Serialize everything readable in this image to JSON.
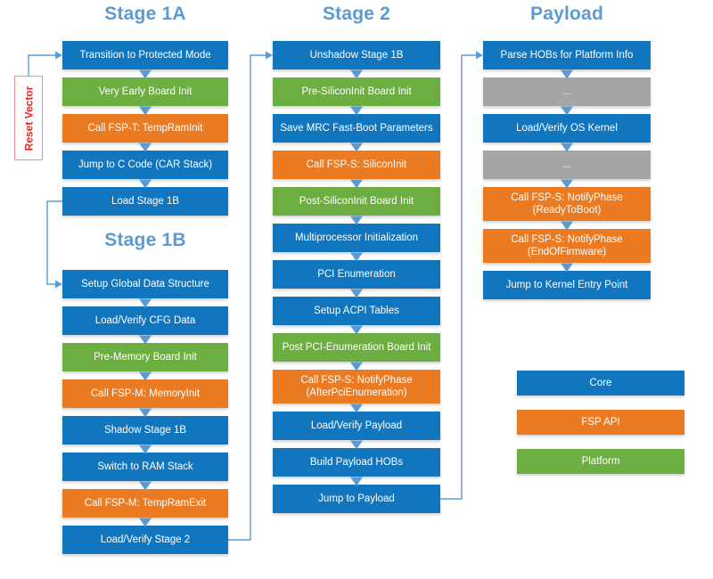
{
  "diagram": {
    "title_color": "#5B9BD5",
    "colors": {
      "core": "#1276BE",
      "fsp_api": "#EB7B23",
      "platform": "#6DAE43",
      "ellipsis": "#A5A5A5",
      "connector": "#5B9BD5",
      "reset_border": "#F28D8D",
      "reset_text": "#E8251F"
    }
  },
  "reset_vector": {
    "label": "Reset Vector"
  },
  "columns": [
    {
      "id": "stage1a",
      "title": "Stage 1A",
      "nodes": [
        {
          "label": "Transition to Protected Mode",
          "kind": "core"
        },
        {
          "label": "Very Early Board Init",
          "kind": "platform"
        },
        {
          "label": "Call FSP-T: TempRamInit",
          "kind": "fsp_api"
        },
        {
          "label": "Jump to C Code (CAR Stack)",
          "kind": "core"
        },
        {
          "label": "Load Stage 1B",
          "kind": "core"
        }
      ]
    },
    {
      "id": "stage1b",
      "title": "Stage 1B",
      "nodes": [
        {
          "label": "Setup Global Data Structure",
          "kind": "core"
        },
        {
          "label": "Load/Verify CFG Data",
          "kind": "core"
        },
        {
          "label": "Pre-Memory Board Init",
          "kind": "platform"
        },
        {
          "label": "Call FSP-M: MemoryInit",
          "kind": "fsp_api"
        },
        {
          "label": "Shadow Stage 1B",
          "kind": "core"
        },
        {
          "label": "Switch to RAM Stack",
          "kind": "core"
        },
        {
          "label": "Call FSP-M: TempRamExit",
          "kind": "fsp_api"
        },
        {
          "label": "Load/Verify Stage 2",
          "kind": "core"
        }
      ]
    },
    {
      "id": "stage2",
      "title": "Stage 2",
      "nodes": [
        {
          "label": "Unshadow Stage 1B",
          "kind": "core"
        },
        {
          "label": "Pre-SiliconInit Board Init",
          "kind": "platform"
        },
        {
          "label": "Save MRC Fast-Boot Parameters",
          "kind": "core"
        },
        {
          "label": "Call FSP-S: SiliconInit",
          "kind": "fsp_api"
        },
        {
          "label": "Post-SiliconInit Board Init",
          "kind": "platform"
        },
        {
          "label": "Multiprocessor Initialization",
          "kind": "core"
        },
        {
          "label": "PCI Enumeration",
          "kind": "core"
        },
        {
          "label": "Setup ACPI Tables",
          "kind": "core"
        },
        {
          "label": "Post PCI-Enumeration Board Init",
          "kind": "platform"
        },
        {
          "label": "Call FSP-S: NotifyPhase\n(AfterPciEnumeration)",
          "kind": "fsp_api",
          "tall": true
        },
        {
          "label": "Load/Verify Payload",
          "kind": "core"
        },
        {
          "label": "Build Payload HOBs",
          "kind": "core"
        },
        {
          "label": "Jump to Payload",
          "kind": "core"
        }
      ]
    },
    {
      "id": "payload",
      "title": "Payload",
      "nodes": [
        {
          "label": "Parse HOBs for Platform Info",
          "kind": "core"
        },
        {
          "label": "...",
          "kind": "ellipsis"
        },
        {
          "label": "Load/Verify OS Kernel",
          "kind": "core"
        },
        {
          "label": "...",
          "kind": "ellipsis"
        },
        {
          "label": "Call FSP-S: NotifyPhase\n(ReadyToBoot)",
          "kind": "fsp_api",
          "tall": true
        },
        {
          "label": "Call FSP-S: NotifyPhase\n(EndOfFirmware)",
          "kind": "fsp_api",
          "tall": true
        },
        {
          "label": "Jump to Kernel Entry Point",
          "kind": "core"
        }
      ]
    }
  ],
  "legend": {
    "items": [
      {
        "label": "Core",
        "kind": "core"
      },
      {
        "label": "FSP API",
        "kind": "fsp_api"
      },
      {
        "label": "Platform",
        "kind": "platform"
      }
    ]
  }
}
